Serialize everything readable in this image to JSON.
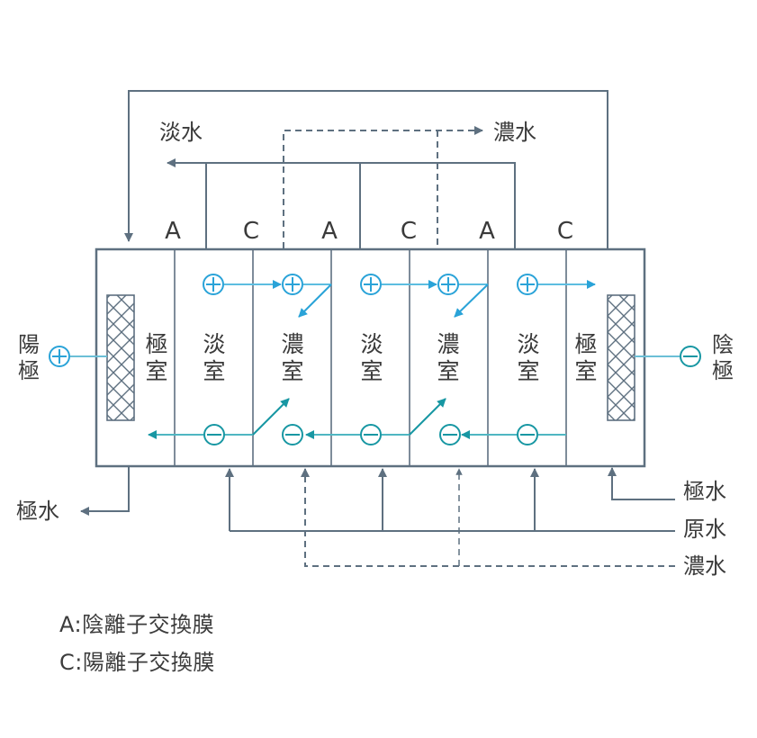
{
  "colors": {
    "line": "#5e7080",
    "cation": "#2aa3d8",
    "anion": "#1897a3",
    "text": "#3a3a3a"
  },
  "top_labels": {
    "fresh_water_out": "淡水",
    "concentrate_out": "濃水"
  },
  "membranes": [
    "A",
    "C",
    "A",
    "C",
    "A",
    "C"
  ],
  "chambers": [
    {
      "name": "極室",
      "char1": "極",
      "char2": "室",
      "type": "electrode"
    },
    {
      "name": "淡室",
      "char1": "淡",
      "char2": "室",
      "type": "dilute"
    },
    {
      "name": "濃室",
      "char1": "濃",
      "char2": "室",
      "type": "concentrate"
    },
    {
      "name": "淡室",
      "char1": "淡",
      "char2": "室",
      "type": "dilute"
    },
    {
      "name": "濃室",
      "char1": "濃",
      "char2": "室",
      "type": "concentrate"
    },
    {
      "name": "淡室",
      "char1": "淡",
      "char2": "室",
      "type": "dilute"
    },
    {
      "name": "極室",
      "char1": "極",
      "char2": "室",
      "type": "electrode"
    }
  ],
  "anode": {
    "label": "陽極",
    "char1": "陽",
    "char2": "極",
    "symbol": "+"
  },
  "cathode": {
    "label": "陰極",
    "char1": "陰",
    "char2": "極",
    "symbol": "−"
  },
  "bottom_labels": {
    "electrode_water_out": "極水",
    "electrode_water_in": "極水",
    "raw_water_in": "原水",
    "concentrate_in": "濃水"
  },
  "legend": [
    {
      "key": "A",
      "text": "A:陰離子交換膜"
    },
    {
      "key": "C",
      "text": "C:陽離子交換膜"
    }
  ]
}
